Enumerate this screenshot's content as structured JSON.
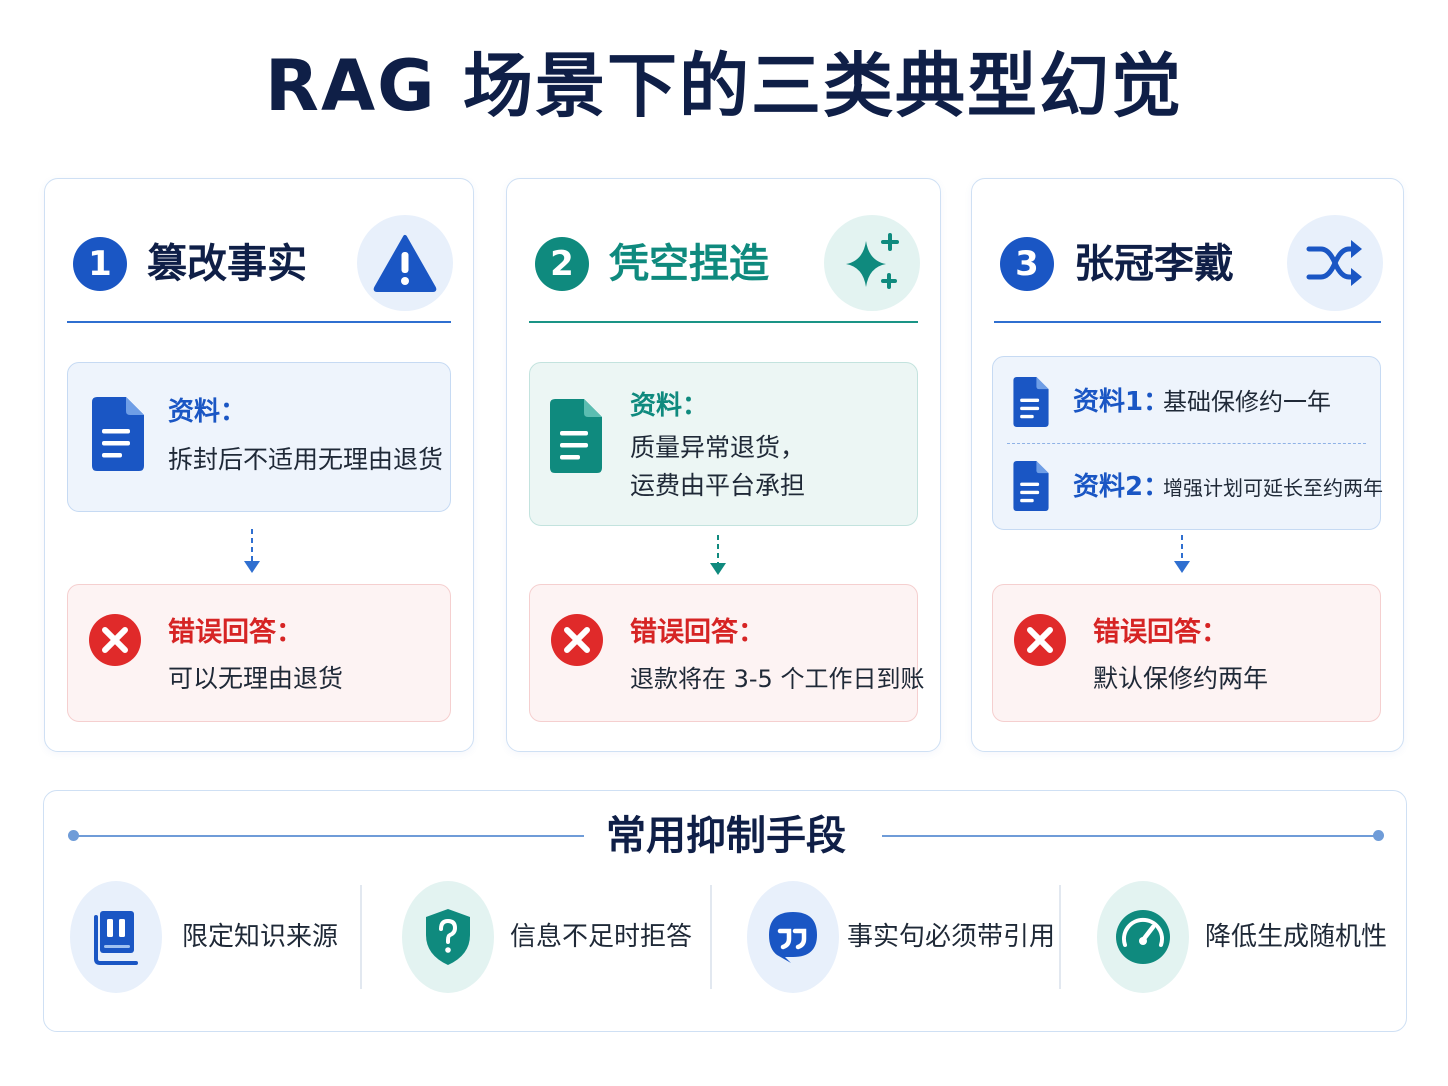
{
  "title": "RAG 场景下的三类典型幻觉",
  "cards": [
    {
      "number": "1",
      "title": "篡改事实",
      "icon": "warning-icon",
      "accent": "#1a56c4",
      "source_label": "资料：",
      "source_text": "拆封后不适用无理由退货",
      "error_label": "错误回答：",
      "error_text": "可以无理由退货"
    },
    {
      "number": "2",
      "title": "凭空捏造",
      "icon": "sparkle-icon",
      "accent": "#0f8a7e",
      "source_label": "资料：",
      "source_lines": [
        "质量异常退货，",
        "运费由平台承担"
      ],
      "error_label": "错误回答：",
      "error_text": "退款将在 3-5 个工作日到账"
    },
    {
      "number": "3",
      "title": "张冠李戴",
      "icon": "shuffle-icon",
      "accent": "#1a56c4",
      "sources": [
        {
          "label": "资料1：",
          "text": "基础保修约一年"
        },
        {
          "label": "资料2：",
          "text": "增强计划可延长至约两年"
        }
      ],
      "error_label": "错误回答：",
      "error_text": "默认保修约两年"
    }
  ],
  "mitigation": {
    "title": "常用抑制手段",
    "items": [
      {
        "icon": "book-icon",
        "label": "限定知识来源"
      },
      {
        "icon": "shield-question-icon",
        "label": "信息不足时拒答"
      },
      {
        "icon": "quote-bubble-icon",
        "label": "事实句必须带引用"
      },
      {
        "icon": "gauge-icon",
        "label": "降低生成随机性"
      }
    ]
  },
  "colors": {
    "navy": "#0f1f47",
    "blue": "#1a56c4",
    "teal": "#0f8a7e",
    "red": "#d62424"
  }
}
